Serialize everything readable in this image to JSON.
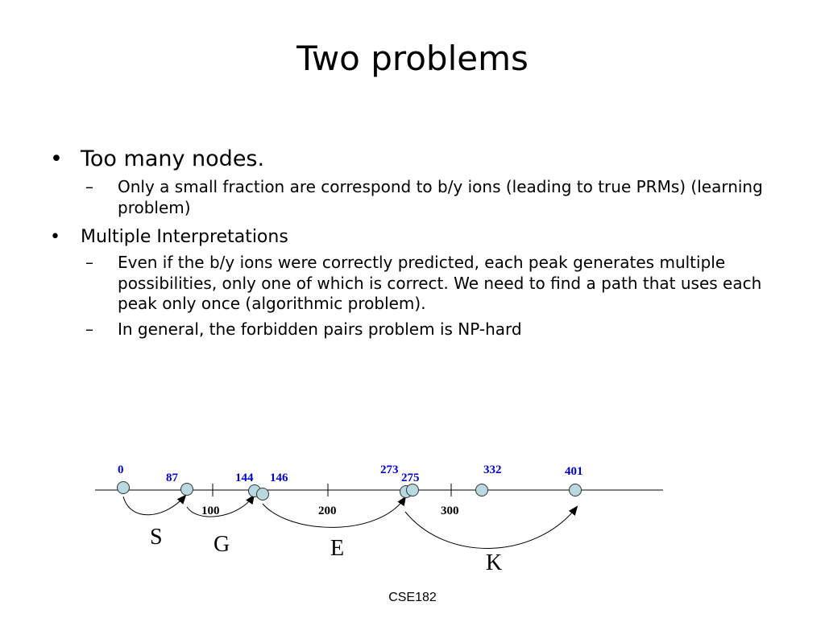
{
  "title": "Two problems",
  "bullets": [
    {
      "text": "Too many nodes.",
      "subs": [
        "Only a small fraction are correspond to b/y ions (leading to true PRMs) (learning problem)"
      ]
    },
    {
      "text": "Multiple Interpretations",
      "subs": [
        "Even if the b/y ions were correctly predicted, each peak generates multiple possibilities, only one of which is correct. We need to find a path that uses each peak only once (algorithmic problem).",
        "In general, the forbidden pairs problem is NP-hard"
      ]
    }
  ],
  "bullet_glyph": "•",
  "dash_glyph": "–",
  "diagram": {
    "nodes": [
      "0",
      "87",
      "144",
      "146",
      "273",
      "275",
      "332",
      "401"
    ],
    "ticks": [
      "100",
      "200",
      "300"
    ],
    "arcs": [
      "S",
      "G",
      "E",
      "K"
    ],
    "colors": {
      "node_fill": "#b7d9df",
      "node_label": "#0000cc"
    }
  },
  "footer": "CSE182"
}
